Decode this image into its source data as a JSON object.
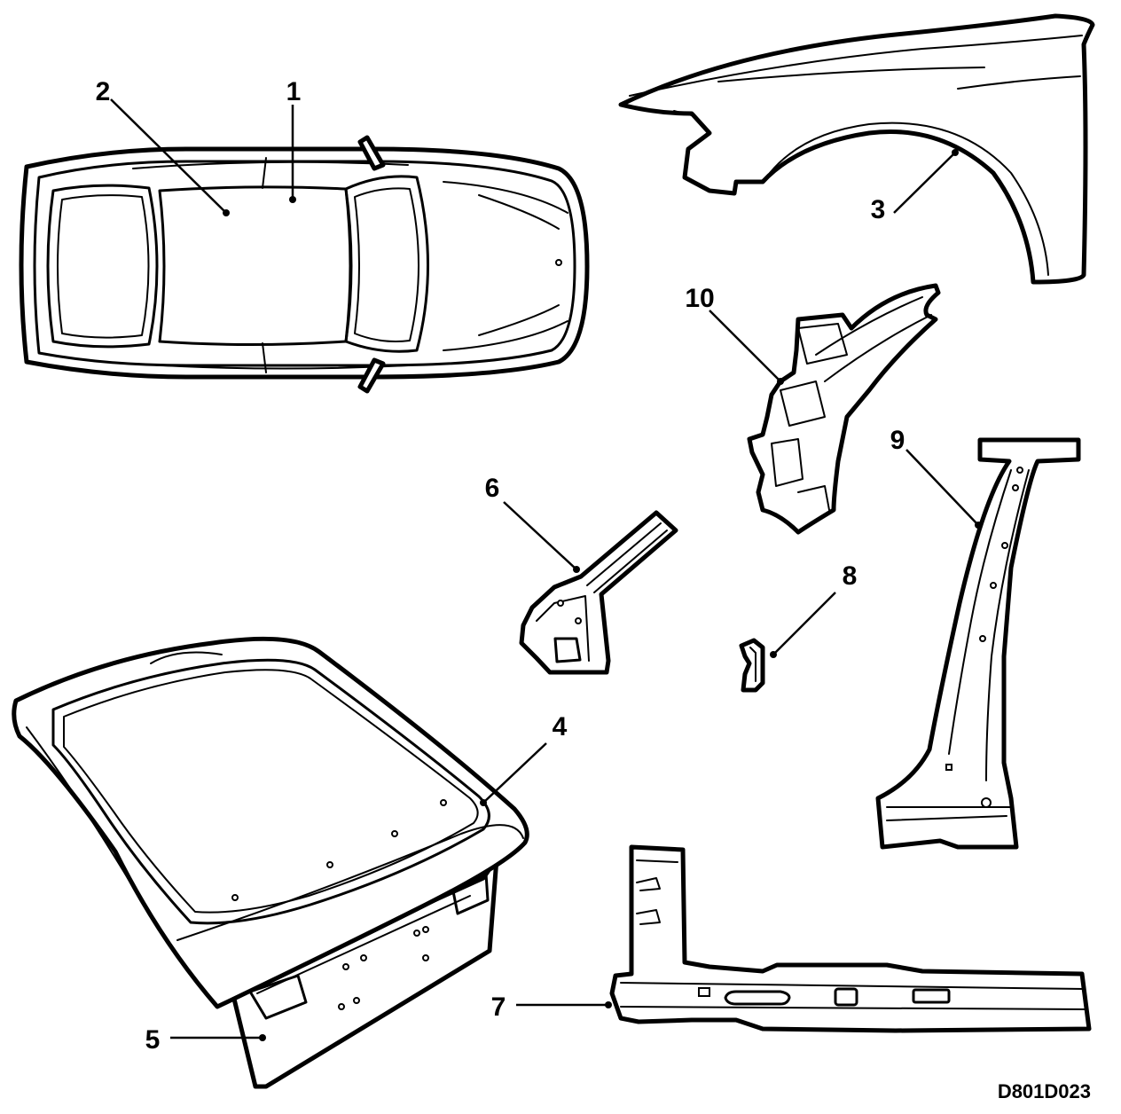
{
  "callouts": [
    {
      "id": "1",
      "label": "1"
    },
    {
      "id": "2",
      "label": "2"
    },
    {
      "id": "3",
      "label": "3"
    },
    {
      "id": "4",
      "label": "4"
    },
    {
      "id": "5",
      "label": "5"
    },
    {
      "id": "6",
      "label": "6"
    },
    {
      "id": "7",
      "label": "7"
    },
    {
      "id": "8",
      "label": "8"
    },
    {
      "id": "9",
      "label": "9"
    },
    {
      "id": "10",
      "label": "10"
    }
  ],
  "reference_code": "D801D023"
}
